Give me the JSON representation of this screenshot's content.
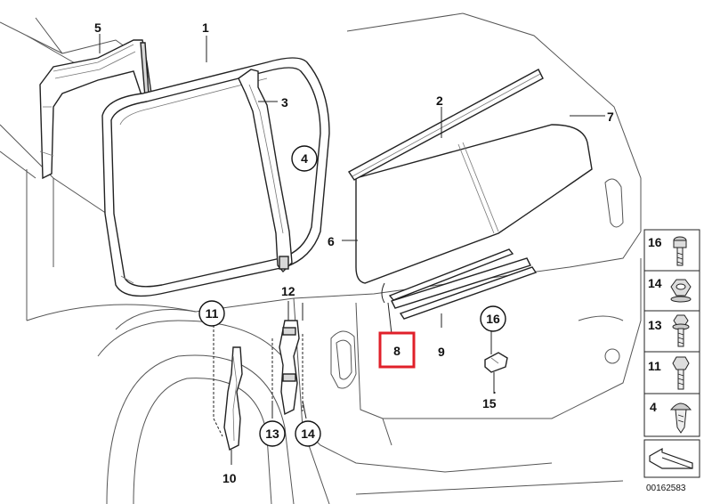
{
  "callouts": {
    "c1": "1",
    "c2": "2",
    "c3": "3",
    "c4": "4",
    "c5": "5",
    "c6": "6",
    "c7": "7",
    "c8": "8",
    "c9": "9",
    "c10": "10",
    "c11": "11",
    "c12": "12",
    "c13": "13",
    "c14": "14",
    "c15": "15",
    "c16": "16"
  },
  "highlight_color": "#e0202a",
  "legend": [
    {
      "label": "16",
      "icon": "bolt-flange-icon"
    },
    {
      "label": "14",
      "icon": "hex-nut-icon"
    },
    {
      "label": "13",
      "icon": "bolt-washer-icon"
    },
    {
      "label": "11",
      "icon": "hex-bolt-icon"
    },
    {
      "label": "4",
      "icon": "expanding-rivet-icon"
    }
  ],
  "diagram_code": "00162583"
}
